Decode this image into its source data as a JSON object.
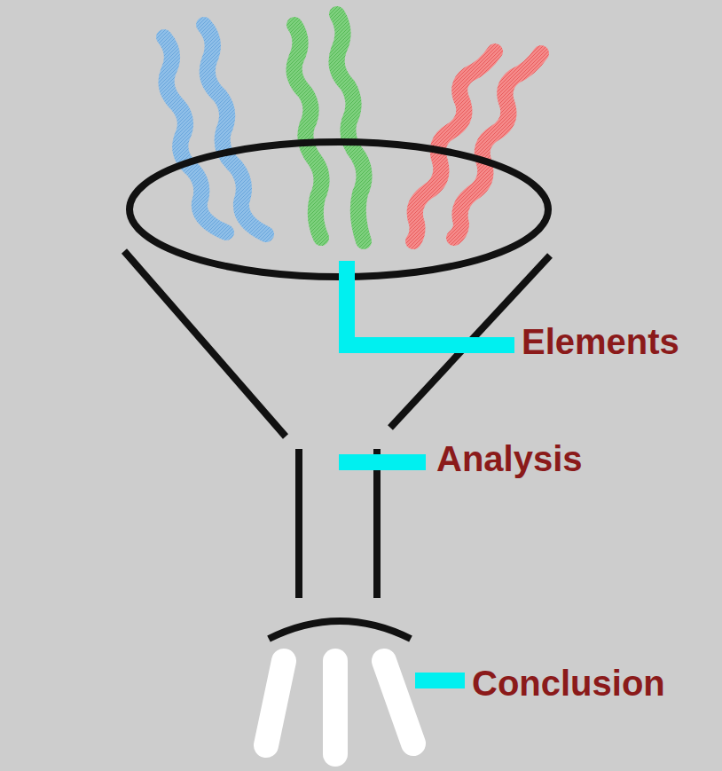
{
  "diagram": {
    "labels": [
      "Elements",
      "Analysis",
      "Conclusion"
    ]
  }
}
